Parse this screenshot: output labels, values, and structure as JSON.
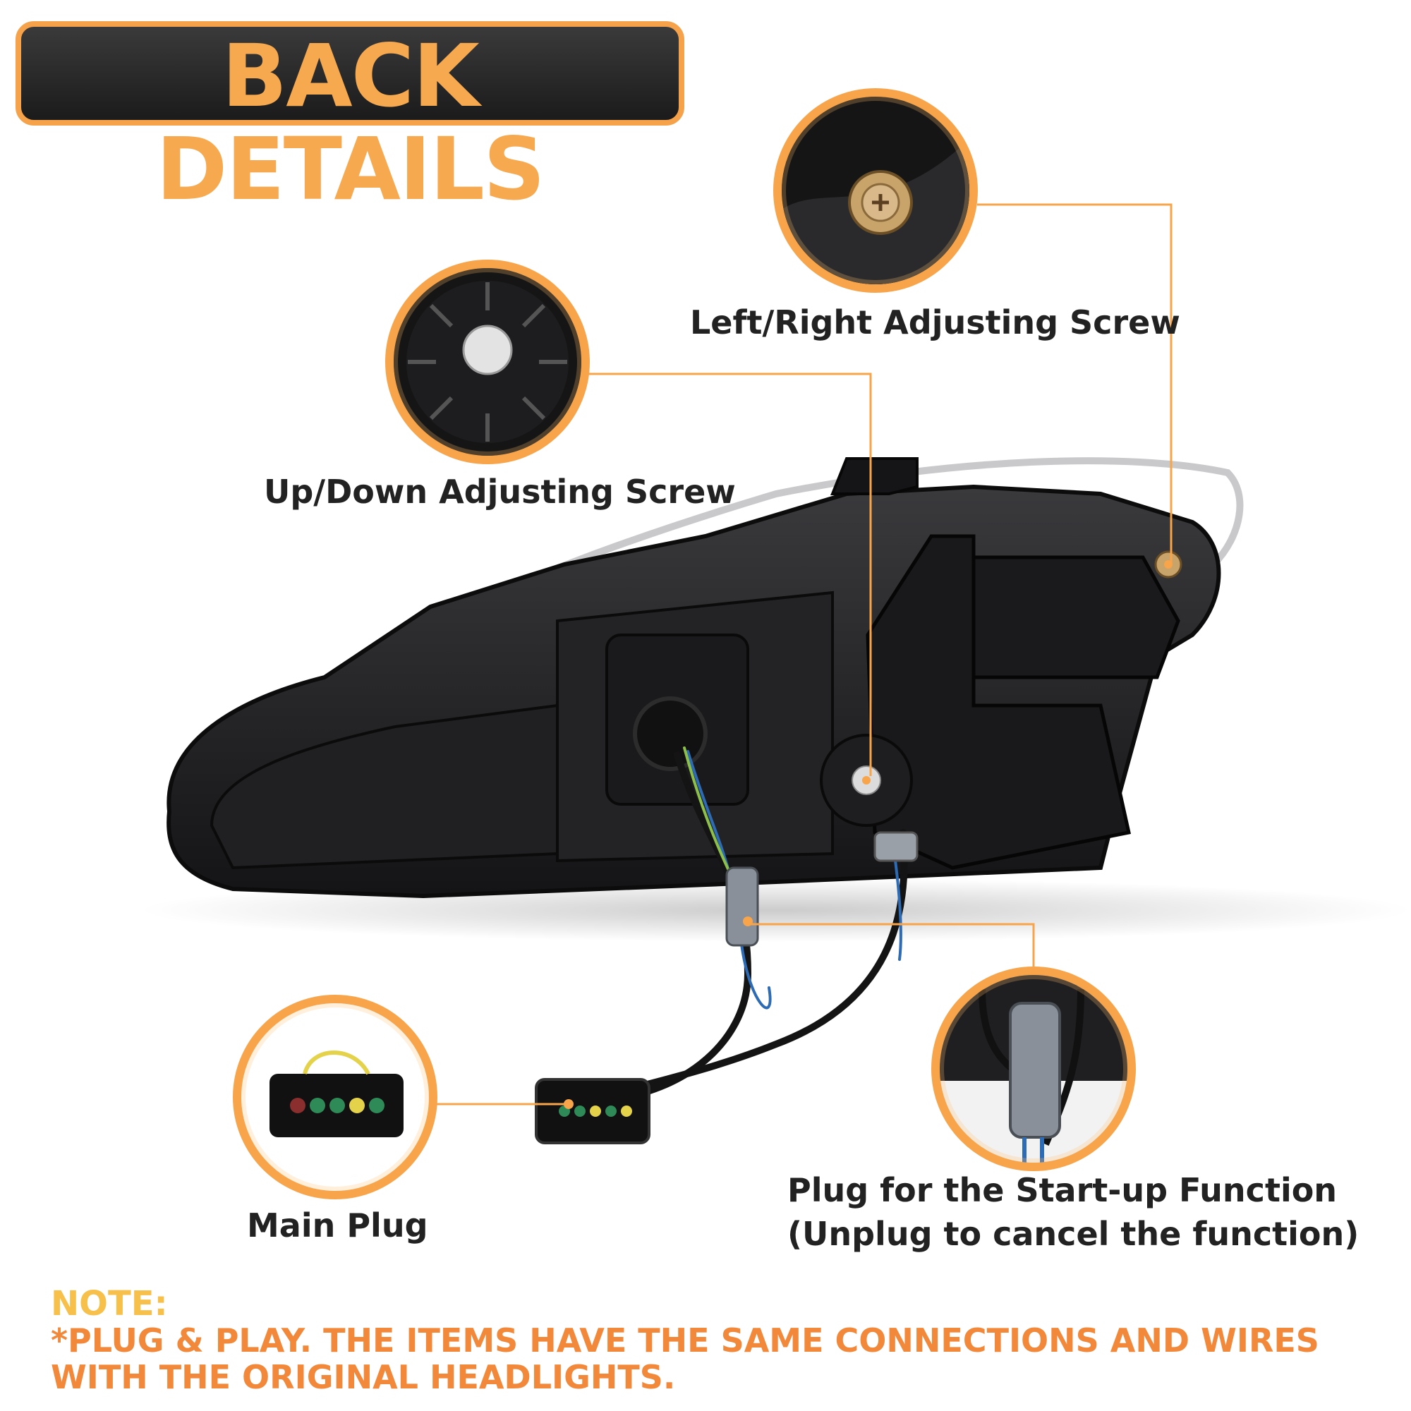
{
  "header": {
    "title": "BACK DETAILS"
  },
  "callouts": {
    "left_right_screw": "Left/Right Adjusting Screw",
    "up_down_screw": "Up/Down Adjusting Screw",
    "main_plug": "Main Plug",
    "startup_plug_line1": "Plug for the Start-up Function",
    "startup_plug_line2": "(Unplug to cancel the function)"
  },
  "note": {
    "heading": "NOTE:",
    "text": "*PLUG & PLAY. THE ITEMS HAVE THE SAME CONNECTIONS AND WIRES WITH THE ORIGINAL HEADLIGHTS."
  },
  "colors": {
    "accent": "#f7a44a",
    "note_heading": "#f6c04a",
    "note_text": "#f2883a",
    "housing": "#1c1c1e"
  }
}
